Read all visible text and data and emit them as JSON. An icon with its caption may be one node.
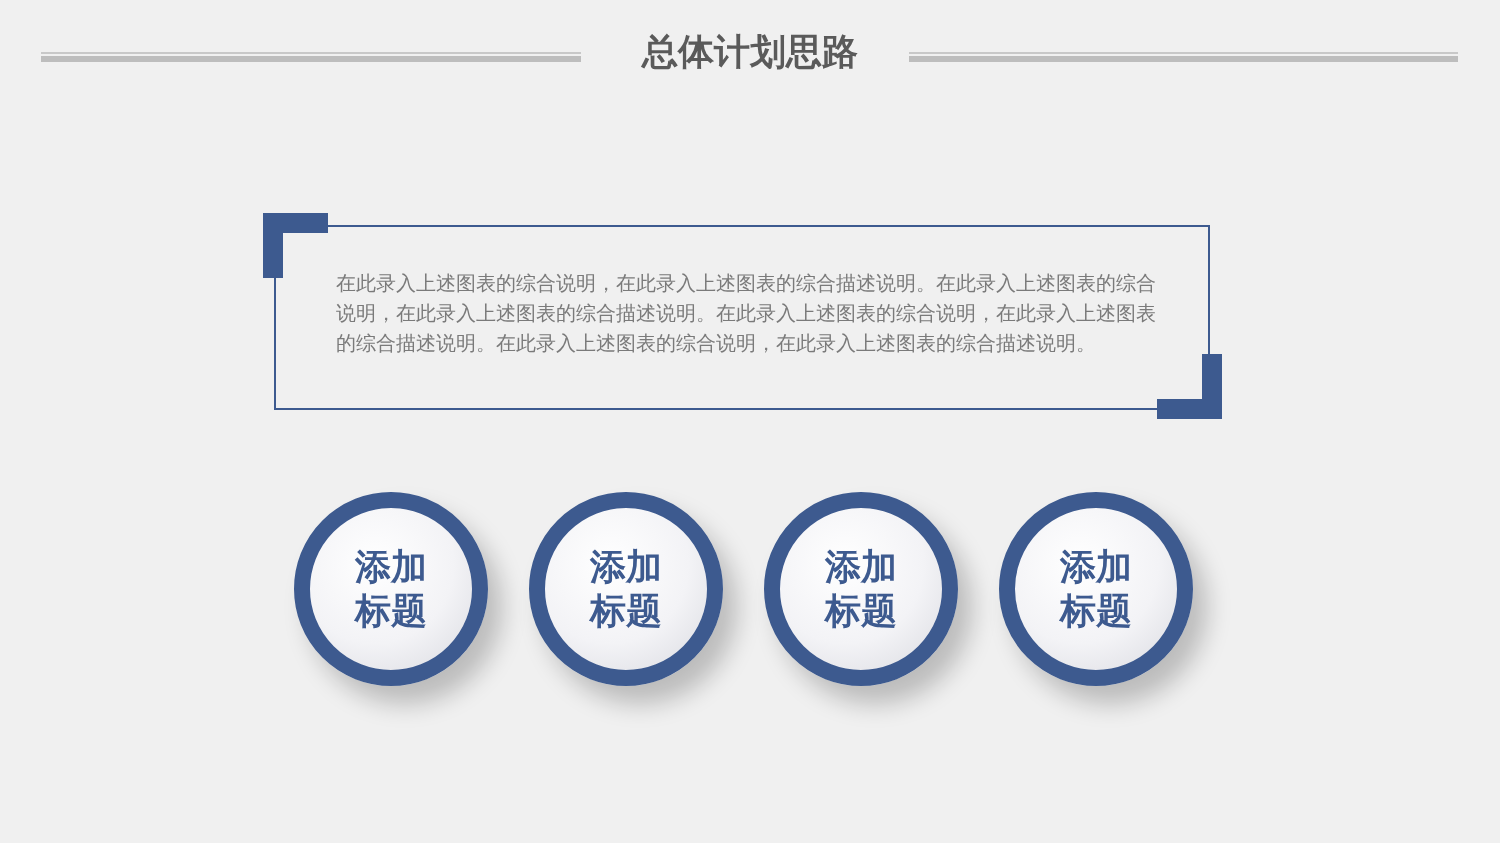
{
  "diagram": {
    "title": "总体计划思路",
    "nodes": [
      {
        "text": [
          "在此录入上述图表的综合说明，在此录入上述图表的综合描述说明。在此录入上述图表的综合说明，在此录入上述图表的综合描述说明。在此录入上述图表的综合说明，在此录入上述图表的综合描述说明。在此录入上述图表的综合说明，在此录入上述图表的综合描述说明。"
        ]
      },
      {
        "text": [
          "添加标题"
        ]
      },
      {
        "text": [
          "添加标题"
        ]
      },
      {
        "text": [
          "添加标题"
        ]
      },
      {
        "text": [
          "添加标题"
        ]
      }
    ],
    "edges": []
  }
}
